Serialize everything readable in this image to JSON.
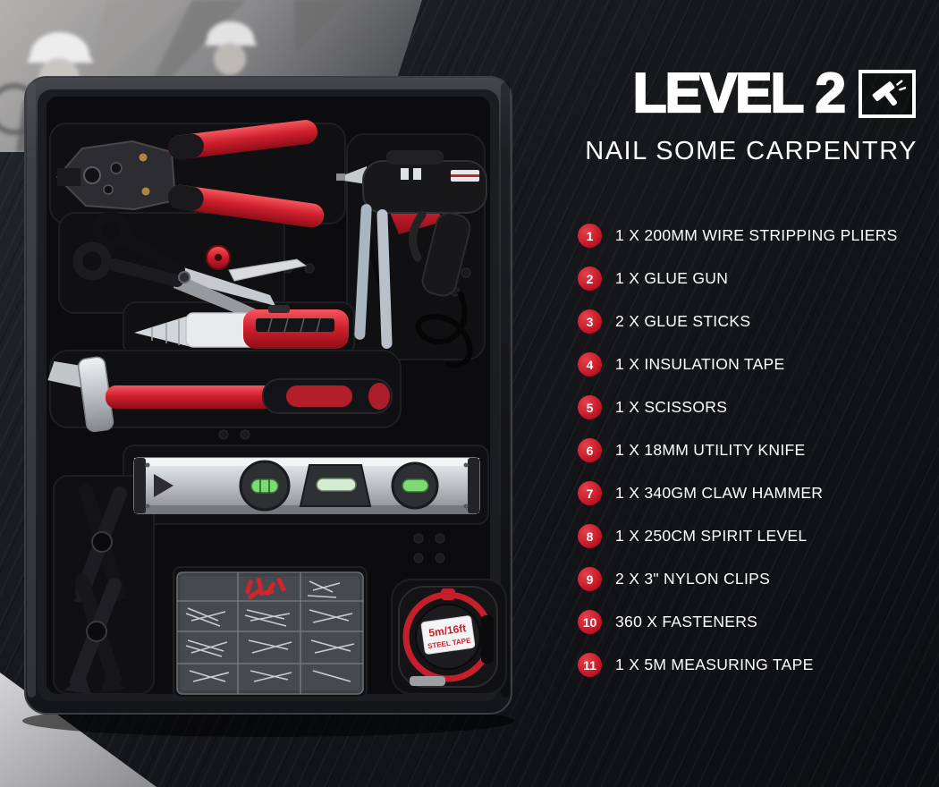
{
  "header": {
    "title": "LEVEL 2",
    "subtitle": "NAIL SOME CARPENTRY"
  },
  "items": [
    {
      "num": "1",
      "label": "1 X 200MM WIRE STRIPPING PLIERS"
    },
    {
      "num": "2",
      "label": "1 X GLUE GUN"
    },
    {
      "num": "3",
      "label": "2 X GLUE STICKS"
    },
    {
      "num": "4",
      "label": "1 X INSULATION TAPE"
    },
    {
      "num": "5",
      "label": "1 X SCISSORS"
    },
    {
      "num": "6",
      "label": "1 X 18MM UTILITY KNIFE"
    },
    {
      "num": "7",
      "label": "1 X 340GM CLAW HAMMER"
    },
    {
      "num": "8",
      "label": "1 X 250CM SPIRIT LEVEL"
    },
    {
      "num": "9",
      "label": "2 X 3\" NYLON CLIPS"
    },
    {
      "num": "10",
      "label": "360 X FASTENERS"
    },
    {
      "num": "11",
      "label": "1 X 5M MEASURING TAPE"
    }
  ],
  "photo": {
    "tape_label_top": "5m/16ft",
    "tape_label_bottom": "STEEL TAPE"
  },
  "icons": {
    "title_icon": "hammer-icon"
  },
  "colors": {
    "accent_red": "#d0212e",
    "background_dark": "#14161a",
    "text_white": "#ffffff"
  }
}
